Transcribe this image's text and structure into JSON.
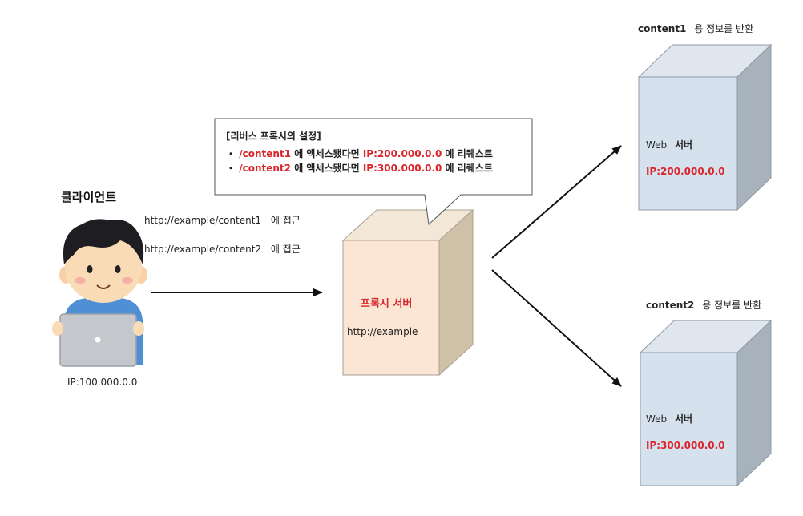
{
  "client": {
    "title": "클라이언트",
    "ip": "IP:100.000.0.0",
    "access_lines": [
      {
        "url": "http://example/content1",
        "suffix": "에 접근"
      },
      {
        "url": "http://example/content2",
        "suffix": "에 접근"
      }
    ]
  },
  "callout": {
    "title": "[리버스 프록시의 설정]",
    "rules": [
      {
        "bullet": "・",
        "path": "/content1",
        "mid": "에 액세스됐다면 ",
        "ip": "IP:200.000.0.0",
        "end": "에 리퀘스트"
      },
      {
        "bullet": "・",
        "path": "/content2",
        "mid": "에 액세스됐다면 ",
        "ip": "IP:300.000.0.0",
        "end": "에 리퀘스트"
      }
    ]
  },
  "proxy": {
    "label": "프록시 서버",
    "url": "http://example"
  },
  "servers": [
    {
      "caption_bold": "content1",
      "caption_rest": "용 정보를 반환",
      "name_en": "Web",
      "name_ko": "서버",
      "ip": "IP:200.000.0.0"
    },
    {
      "caption_bold": "content2",
      "caption_rest": "용 정보를 반환",
      "name_en": "Web",
      "name_ko": "서버",
      "ip": "IP:300.000.0.0"
    }
  ],
  "colors": {
    "accent_red": "#d9262b",
    "proxy_front": "#fbe5d4",
    "proxy_side": "#cfc0a8",
    "server_front": "#d6e1ee",
    "server_side": "#a8b2bd",
    "arrow": "#111111"
  }
}
